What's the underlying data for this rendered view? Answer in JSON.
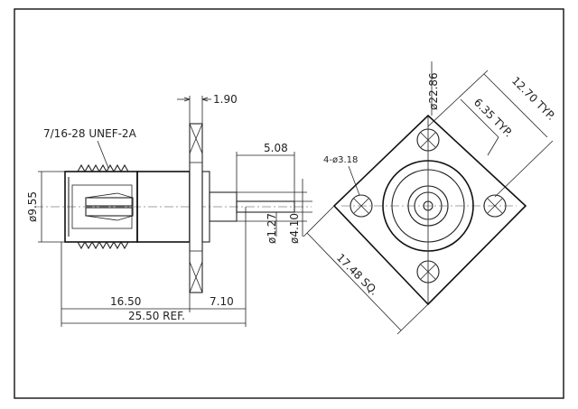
{
  "dimensions": {
    "thread": "7/16-28 UNEF-2A",
    "flange_thickness": "1.90",
    "pin_length": "5.08",
    "body_diameter": "ø9.55",
    "pin_diameter": "ø1.27",
    "insulator_diameter": "ø4.10",
    "length_front": "16.50",
    "length_rear": "7.10",
    "total_length": "25.50 REF.",
    "hole_spec": "4-ø3.18",
    "bore_diameter": "ø22.86",
    "hole_spacing": "12.70 TYP.",
    "hole_offset": "6.35 TYP.",
    "flange_square": "17.48 SQ."
  }
}
